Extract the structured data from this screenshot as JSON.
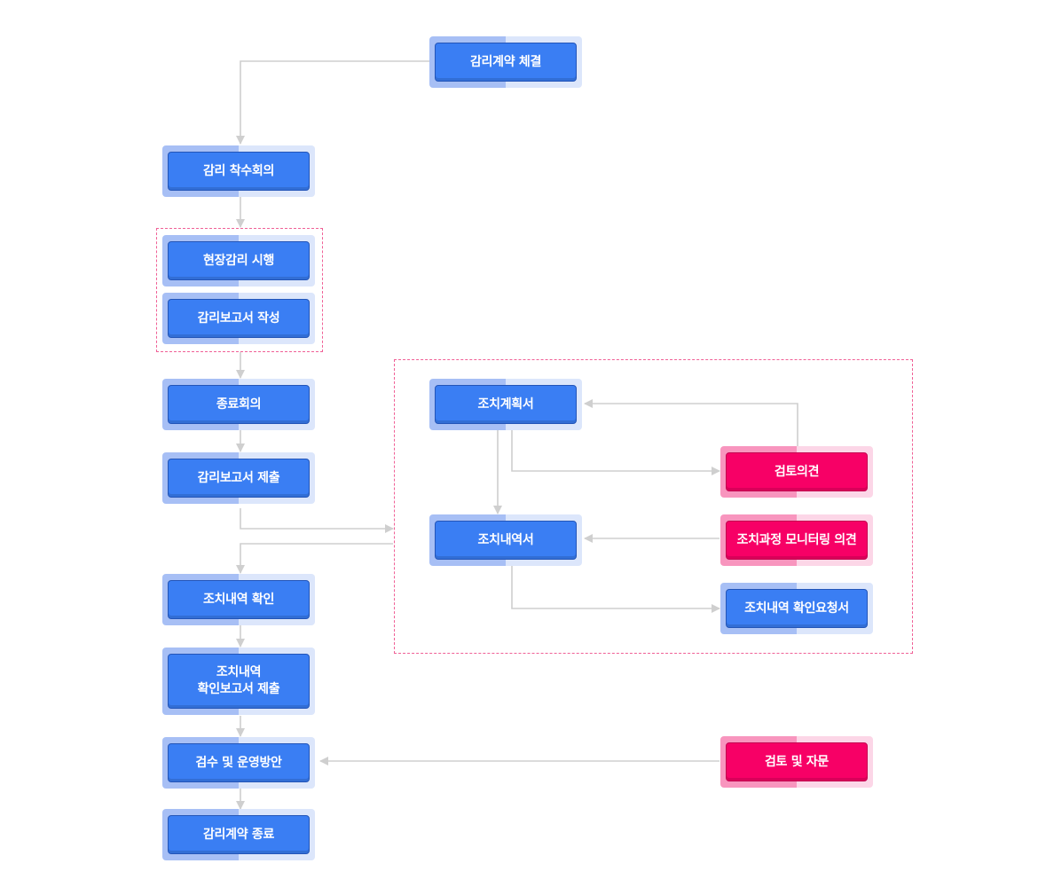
{
  "nodes": {
    "contract_signing": "감리계약 체결",
    "kickoff_meeting": "감리 착수회의",
    "onsite_supervision": "현장감리 시행",
    "report_writing": "감리보고서 작성",
    "closing_meeting": "종료회의",
    "report_submission": "감리보고서 제출",
    "action_confirm": "조치내역 확인",
    "action_report_submission": "조치내역\n확인보고서 제출",
    "inspection_plan": "검수 및 운영방안",
    "contract_end": "감리계약 종료",
    "action_plan": "조치계획서",
    "review_opinion": "검토의견",
    "action_details": "조치내역서",
    "monitoring_opinion": "조치과정 모니터링 의견",
    "confirm_request": "조치내역 확인요청서",
    "review_advice": "검토 및 자문"
  },
  "colors": {
    "primary": "#3a7ef3",
    "accent": "#f70066",
    "connector": "#cfcfcf",
    "group_border": "#f06096"
  }
}
